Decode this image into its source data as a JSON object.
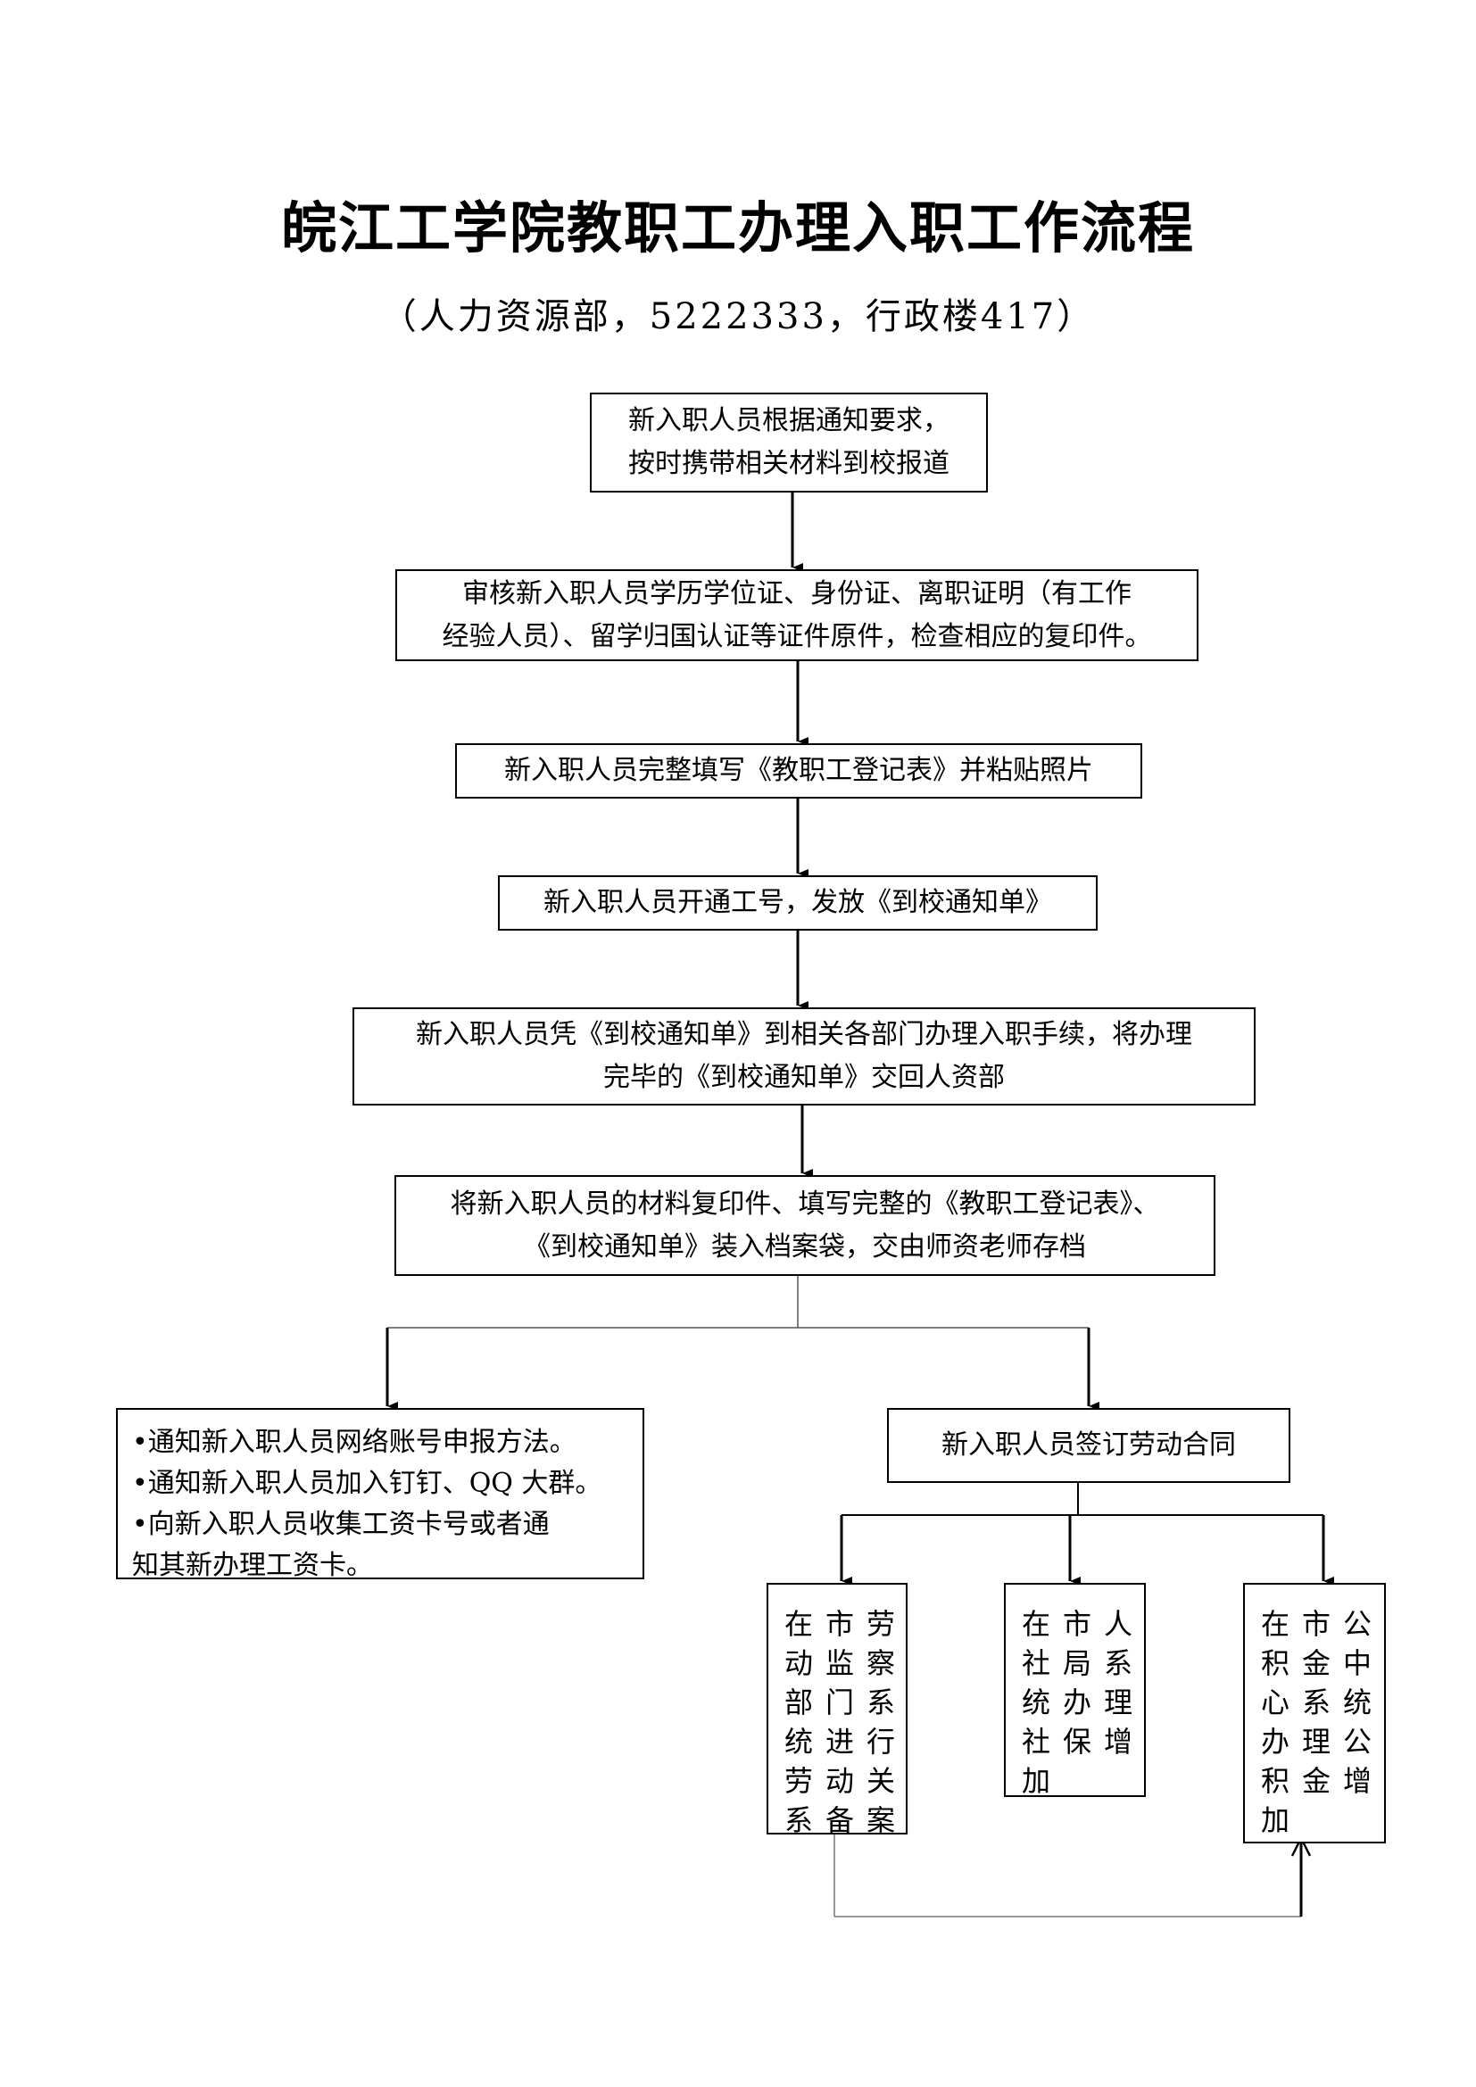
{
  "title": "皖江工学院教职工办理入职工作流程",
  "subtitle": "（人力资源部，5222333，行政楼417）",
  "steps": {
    "s1": [
      "新入职人员根据通知要求，",
      "按时携带相关材料到校报道"
    ],
    "s2": [
      "审核新入职人员学历学位证、身份证、离职证明（有工作",
      "经验人员）、留学归国认证等证件原件，检查相应的复印件。"
    ],
    "s3": [
      "新入职人员完整填写《教职工登记表》并粘贴照片"
    ],
    "s4": [
      "新入职人员开通工号，发放《到校通知单》"
    ],
    "s5": [
      "新入职人员凭《到校通知单》到相关各部门办理入职手续，将办理",
      "完毕的《到校通知单》交回人资部"
    ],
    "s6": [
      "将新入职人员的材料复印件、填写完整的《教职工登记表》、",
      "《到校通知单》装入档案袋，交由师资老师存档"
    ],
    "left_notes": [
      "•通知新入职人员网络账号申报方法。",
      "•通知新入职人员加入钉钉、QQ 大群。",
      "•向新入职人员收集工资卡号或者通",
      "知其新办理工资卡。"
    ],
    "contract": [
      "新入职人员签订劳动合同"
    ],
    "labor": [
      "在市劳",
      "动监察",
      "部门系",
      "统进行",
      "劳动关",
      "系备案"
    ],
    "social": [
      "在市人",
      "社局系",
      "统办理",
      "社保增",
      "加"
    ],
    "fund": [
      "在市公",
      "积金中",
      "心系统",
      "办理公",
      "积金增",
      "加"
    ]
  }
}
